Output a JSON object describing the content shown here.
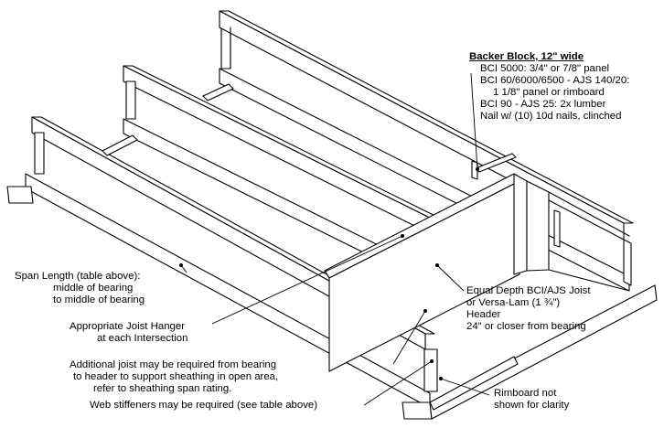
{
  "callouts": {
    "backer_block": {
      "title": "Backer Block, 12\" wide",
      "lines": [
        "BCI 5000: 3/4\" or 7/8\" panel",
        "BCI 60/6000/6500 - AJS 140/20:",
        "1 1/8\" panel or rimboard",
        "BCI 90 - AJS 25: 2x lumber",
        "Nail w/ (10) 10d nails, clinched"
      ]
    },
    "span_length": [
      "Span Length (table above):",
      "middle of bearing",
      "to middle of bearing"
    ],
    "equal_depth": [
      "Equal Depth BCI/AJS Joist",
      "or Versa-Lam (1 ¾\")",
      "Header",
      "24\" or closer from bearing"
    ],
    "joist_hanger": [
      "Appropriate Joist Hanger",
      "at each Intersection"
    ],
    "additional_joist": [
      "Additional joist may be required from bearing",
      "to header to support sheathing in open area,",
      "refer to sheathing span rating."
    ],
    "web_stiffeners": "Web stiffeners may be required (see table above)",
    "rimboard": [
      "Rimboard not",
      "shown for clarity"
    ]
  },
  "colors": {
    "line": "#000000",
    "background": "#ffffff"
  }
}
